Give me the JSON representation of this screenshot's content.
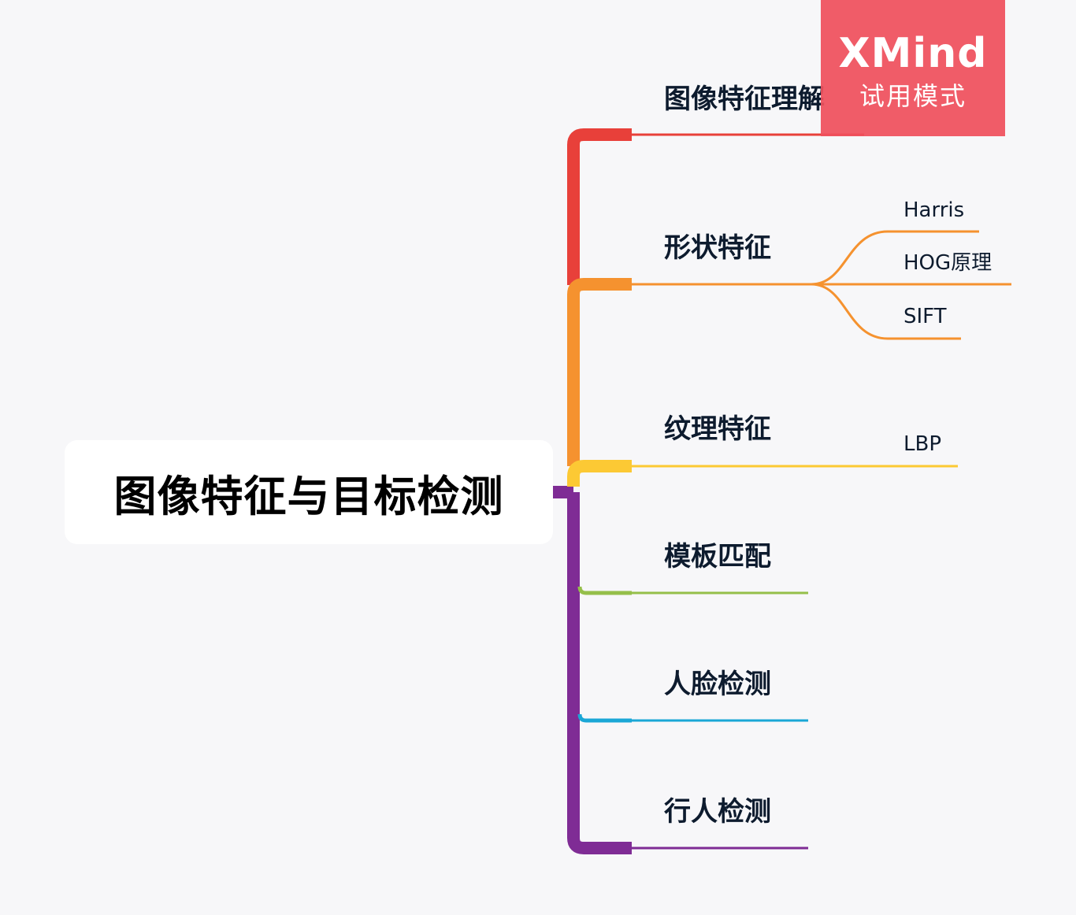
{
  "central_topic": "图像特征与目标检测",
  "branches": [
    {
      "label": "图像特征理解",
      "color": "#e8403a",
      "children": []
    },
    {
      "label": "形状特征",
      "color": "#f5922f",
      "children": [
        {
          "label": "Harris"
        },
        {
          "label": "HOG原理"
        },
        {
          "label": "SIFT"
        }
      ]
    },
    {
      "label": "纹理特征",
      "color": "#fcc934",
      "children": [
        {
          "label": "LBP"
        }
      ]
    },
    {
      "label": "模板匹配",
      "color": "#95bf4a",
      "children": []
    },
    {
      "label": "人脸检测",
      "color": "#1aa7d6",
      "children": []
    },
    {
      "label": "行人检测",
      "color": "#7f2c95",
      "children": []
    }
  ],
  "watermark": {
    "brand": "XMind",
    "mode": "试用模式",
    "color": "#ef505c"
  }
}
